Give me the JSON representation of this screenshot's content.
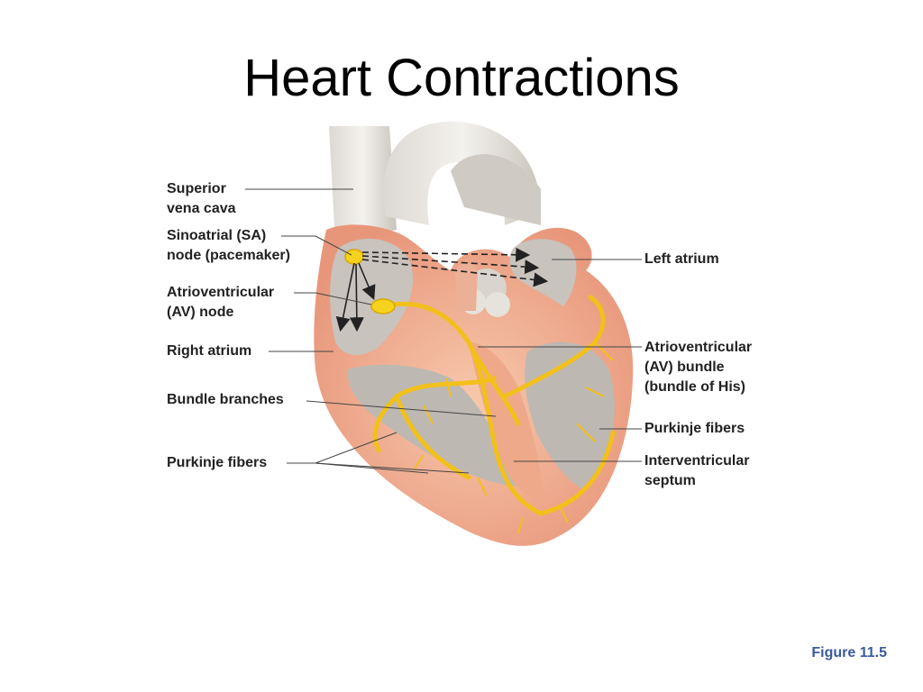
{
  "title": "Heart Contractions",
  "labels": {
    "superior_vena_cava": [
      "Superior",
      "vena cava"
    ],
    "sa_node": [
      "Sinoatrial (SA)",
      "node (pacemaker)"
    ],
    "av_node": [
      "Atrioventricular",
      "(AV) node"
    ],
    "right_atrium": "Right atrium",
    "bundle_branches": "Bundle branches",
    "purkinje_left": "Purkinje fibers",
    "left_atrium": "Left atrium",
    "av_bundle": [
      "Atrioventricular",
      "(AV) bundle",
      "(bundle of His)"
    ],
    "purkinje_right": "Purkinje fibers",
    "interventricular_septum": [
      "Interventricular",
      "septum"
    ]
  },
  "figure_caption": "Figure 11.5",
  "colors": {
    "myocardium": "#f2b08e",
    "conduction": "#f5c518",
    "tissue_gray": "#bdb8b2",
    "caption_blue": "#3a5a9e"
  }
}
